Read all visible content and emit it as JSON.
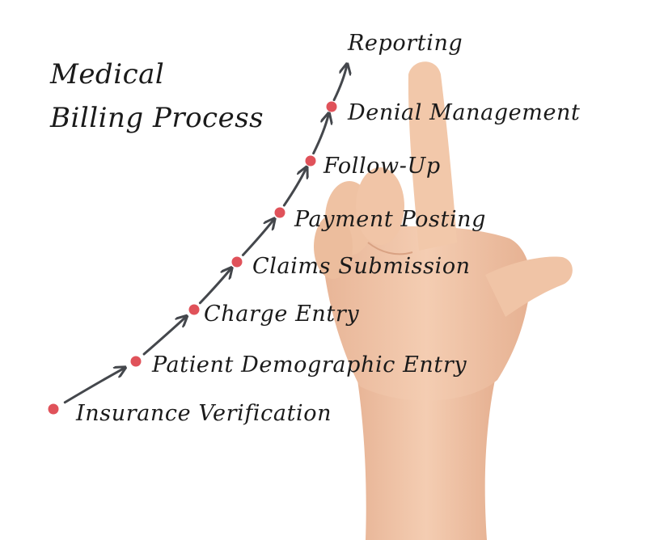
{
  "title_lines": [
    "Medical",
    "Billing Process"
  ],
  "steps": [
    {
      "label": "Insurance Verification"
    },
    {
      "label": "Patient Demographic Entry"
    },
    {
      "label": "Charge Entry"
    },
    {
      "label": "Claims Submission"
    },
    {
      "label": "Payment Posting"
    },
    {
      "label": "Follow-Up"
    },
    {
      "label": "Denial Management"
    },
    {
      "label": "Reporting"
    }
  ],
  "colors": {
    "dot": "#e0525a",
    "arrow": "#44474c",
    "text": "#1a1a1a",
    "skin": "#f1c6a8",
    "skin_shade": "#e2ad8e",
    "background": "#ffffff"
  }
}
